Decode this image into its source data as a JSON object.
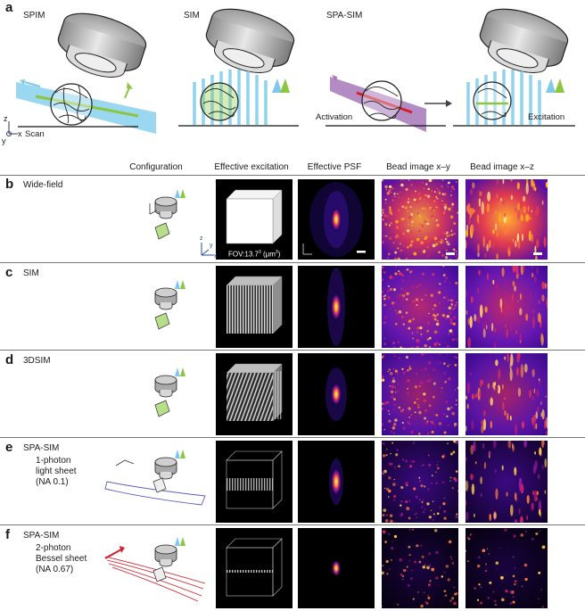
{
  "figure": {
    "panel_a": {
      "letter": "a",
      "labels": {
        "spim": "SPIM",
        "sim": "SIM",
        "spasim": "SPA-SIM",
        "scan": "Scan",
        "activation": "Activation",
        "excitation": "Excitation",
        "axis_z": "z",
        "axis_y": "y",
        "axis_x": "x"
      }
    },
    "headers": {
      "configuration": "Configuration",
      "effective_excitation": "Effective excitation",
      "effective_psf": "Effective PSF",
      "bead_xy": "Bead image x–y",
      "bead_xz": "Bead image x–z"
    },
    "rows": [
      {
        "letter": "b",
        "name": "Wide-field",
        "sub": [
          "",
          "",
          ""
        ]
      },
      {
        "letter": "c",
        "name": "SIM",
        "sub": [
          "",
          "",
          ""
        ]
      },
      {
        "letter": "d",
        "name": "3DSIM",
        "sub": [
          "",
          "",
          ""
        ]
      },
      {
        "letter": "e",
        "name": "SPA-SIM",
        "sub": [
          "1-photon",
          "light sheet",
          "(NA 0.1)"
        ]
      },
      {
        "letter": "f",
        "name": "SPA-SIM",
        "sub": [
          "2-photon",
          "Bessel sheet",
          "(NA 0.67)"
        ]
      }
    ],
    "fov_label": "FOV:13.7",
    "fov_sup": "3",
    "fov_unit": "(μm",
    "fov_unit_sup": "3",
    "fov_unit_end": ")",
    "inset_axes": {
      "z": "z",
      "y": "y",
      "x": "x"
    },
    "colors": {
      "light_sheet_blue": "#8fd3ee",
      "activation_purple": "#a678b8",
      "activation_red": "#d21f2b",
      "green_arrow": "#8cc63f",
      "blue_arrow": "#7fc8e8",
      "objective_gray": "#b5b5b5"
    }
  }
}
